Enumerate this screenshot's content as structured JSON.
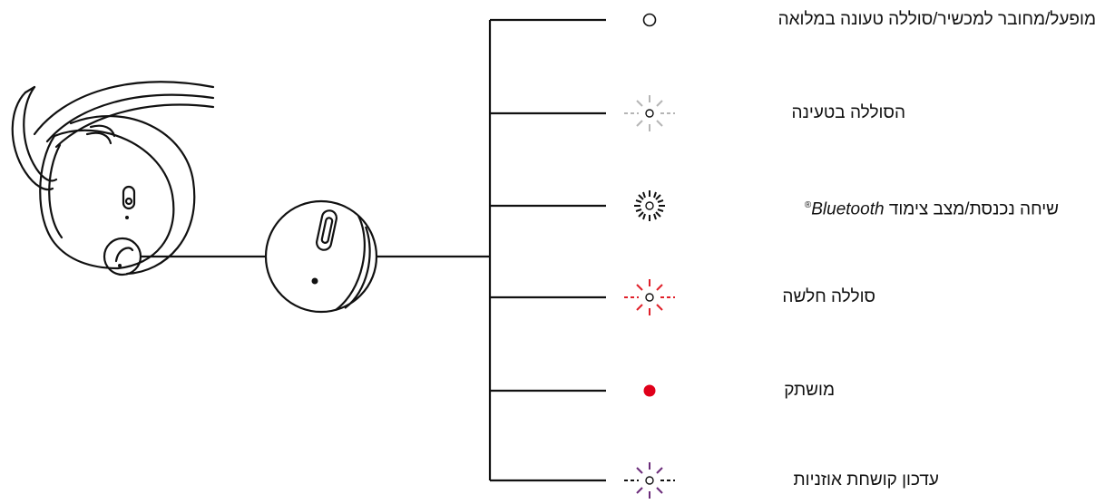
{
  "legend": {
    "items": [
      {
        "text": "מופעל/מחובר למכשיר/סוללה טעונה במלואה",
        "icon": "led-off-circle-icon",
        "color": "#111111"
      },
      {
        "text": "הסוללה בטעינה",
        "icon": "led-white-flash-icon",
        "color": "#b5b5b5"
      },
      {
        "text_prefix": "שיחה נכנסת/מצב צימוד ",
        "text_brand": "Bluetooth",
        "text_mark": "®",
        "icon": "led-white-burst-icon",
        "color": "#111111"
      },
      {
        "text": "סוללה חלשה",
        "icon": "led-red-flash-icon",
        "color": "#e0202a"
      },
      {
        "text": "מושתק",
        "icon": "led-red-solid-icon",
        "color": "#e0001a"
      },
      {
        "text": "עדכון קושחת אוזניות",
        "icon": "led-purple-flash-icon",
        "color": "#6b2c7a"
      }
    ]
  }
}
